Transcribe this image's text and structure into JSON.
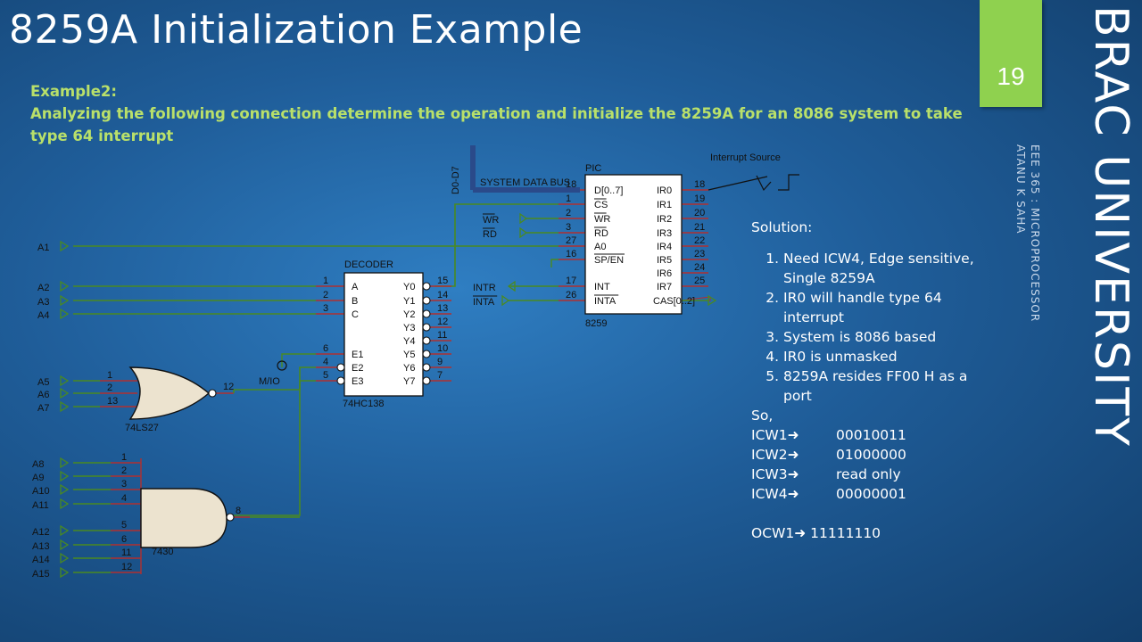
{
  "slide": {
    "title": "8259A Initialization Example",
    "page_number": "19",
    "brand": "BRAC UNIVERSITY",
    "course": "EEE 365 : MICROPROCESSOR",
    "author": "ATANU K SAHA"
  },
  "example": {
    "heading": "Example2:",
    "description": "Analyzing the following connection determine the operation and initialize the 8259A for an 8086 system to take type 64 interrupt"
  },
  "circuit": {
    "interrupt_source": "Interrupt Source",
    "data_bus_label": "D0-D7",
    "system_data_bus": "SYSTEM DATA BUS",
    "pic": {
      "title": "PIC",
      "part": "8259",
      "left_pins": [
        {
          "num": "18",
          "name": "D[0..7]"
        },
        {
          "num": "1",
          "name": "CS"
        },
        {
          "num": "2",
          "name": "WR"
        },
        {
          "num": "3",
          "name": "RD"
        },
        {
          "num": "27",
          "name": "A0"
        },
        {
          "num": "16",
          "name": "SP/EN"
        },
        {
          "num": "17",
          "name": "INT"
        },
        {
          "num": "26",
          "name": "INTA"
        }
      ],
      "right_pins": [
        {
          "num": "18",
          "name": "IR0"
        },
        {
          "num": "19",
          "name": "IR1"
        },
        {
          "num": "20",
          "name": "IR2"
        },
        {
          "num": "21",
          "name": "IR3"
        },
        {
          "num": "22",
          "name": "IR4"
        },
        {
          "num": "23",
          "name": "IR5"
        },
        {
          "num": "24",
          "name": "IR6"
        },
        {
          "num": "25",
          "name": "IR7"
        }
      ],
      "cas_label": "CAS[0..2]"
    },
    "decoder": {
      "title": "DECODER",
      "part": "74HC138",
      "inputs": [
        {
          "num": "1",
          "name": "A"
        },
        {
          "num": "2",
          "name": "B"
        },
        {
          "num": "3",
          "name": "C"
        },
        {
          "num": "6",
          "name": "E1"
        },
        {
          "num": "4",
          "name": "E2"
        },
        {
          "num": "5",
          "name": "E3"
        }
      ],
      "outputs": [
        {
          "num": "15",
          "name": "Y0"
        },
        {
          "num": "14",
          "name": "Y1"
        },
        {
          "num": "13",
          "name": "Y2"
        },
        {
          "num": "12",
          "name": "Y3"
        },
        {
          "num": "11",
          "name": "Y4"
        },
        {
          "num": "10",
          "name": "Y5"
        },
        {
          "num": "9",
          "name": "Y6"
        },
        {
          "num": "7",
          "name": "Y7"
        }
      ]
    },
    "control_signals": {
      "wr": "WR",
      "rd": "RD",
      "intr": "INTR",
      "inta": "INTA",
      "mio": "M/IO"
    },
    "address_lines": {
      "a1": "A1",
      "decoder_inputs": [
        "A2",
        "A3",
        "A4"
      ],
      "nor_inputs": [
        "A5",
        "A6",
        "A7"
      ],
      "nand_inputs": [
        "A8",
        "A9",
        "A10",
        "A11",
        "A12",
        "A13",
        "A14",
        "A15"
      ]
    },
    "nor_gate": {
      "part": "74LS27",
      "pins": [
        "1",
        "2",
        "13"
      ],
      "out": "12"
    },
    "nand_gate": {
      "part": "7430",
      "pins": [
        "1",
        "2",
        "3",
        "4",
        "5",
        "6",
        "11",
        "12"
      ],
      "out": "8"
    }
  },
  "solution": {
    "title": "Solution:",
    "items": [
      "Need ICW4, Edge sensitive, Single 8259A",
      "IR0 will handle type 64 interrupt",
      "System is 8086 based",
      "IR0 is unmasked",
      "8259A resides FF00 H as a port"
    ],
    "so_label": "So,",
    "icw": [
      {
        "label": "ICW1",
        "value": "00010011"
      },
      {
        "label": "ICW2",
        "value": "01000000"
      },
      {
        "label": "ICW3",
        "value": "read only"
      },
      {
        "label": "ICW4",
        "value": "00000001"
      }
    ],
    "ocw": {
      "label": "OCW1",
      "value": "11111110"
    }
  },
  "colors": {
    "background": "#1f5d99",
    "accent_green": "#8fd14f",
    "example_text": "#b9e06a",
    "wire_green": "#4a8a20",
    "wire_red": "#b03030",
    "chip_fill": "#ffffff",
    "gate_fill": "#ece3cf"
  }
}
